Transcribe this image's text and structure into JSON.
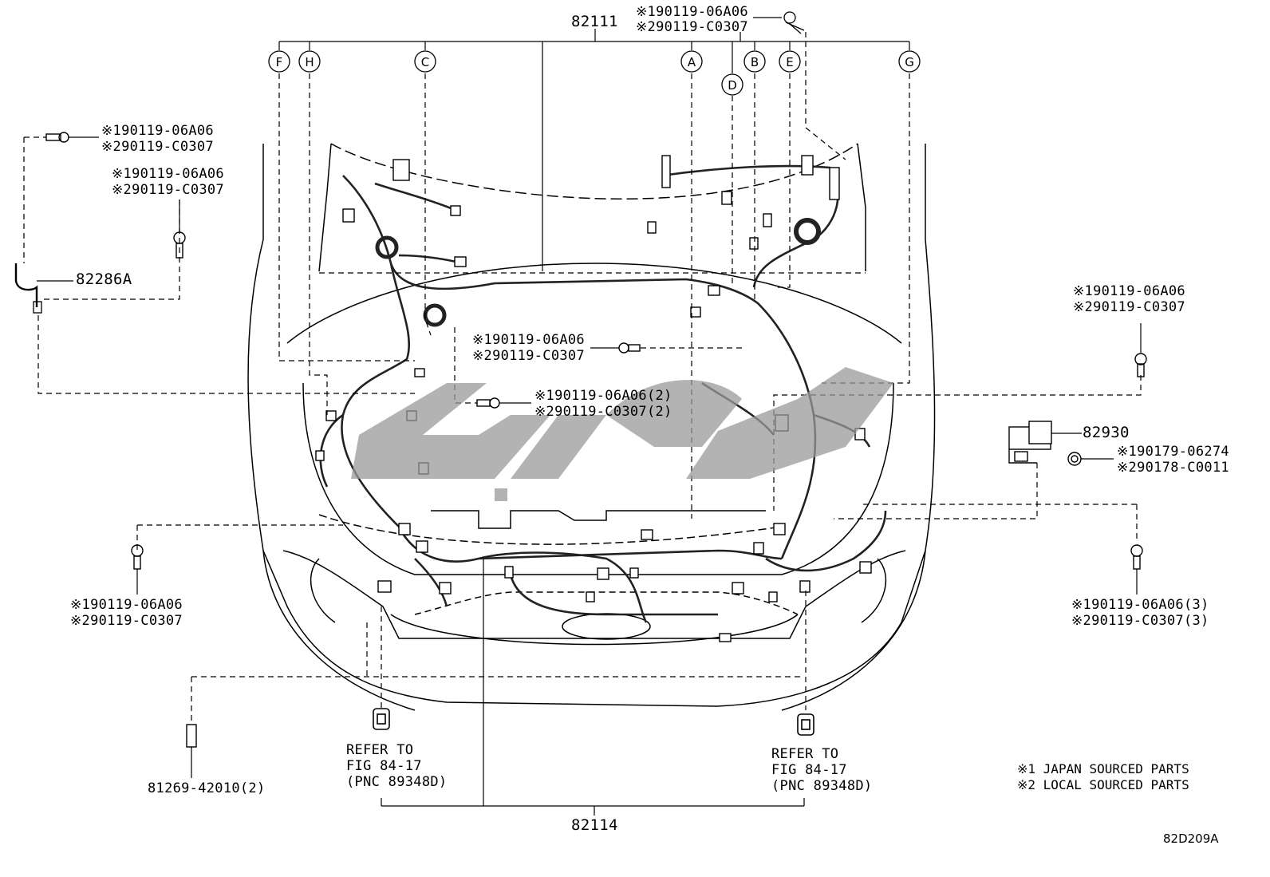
{
  "main_harness": {
    "top_part": "82111",
    "bottom_part": "82114",
    "top_bolt": [
      "※190119-06A06",
      "※290119-C0307"
    ]
  },
  "connector_letters": [
    "F",
    "H",
    "C",
    "A",
    "D",
    "B",
    "E",
    "G"
  ],
  "left_parts": {
    "bolt_1": [
      "※190119-06A06",
      "※290119-C0307"
    ],
    "bolt_2": [
      "※190119-06A06",
      "※290119-C0307"
    ],
    "sub_harness": "82286A",
    "bolt_3": [
      "※190119-06A06",
      "※290119-C0307"
    ],
    "sleeve": "81269-42010(2)"
  },
  "center_parts": {
    "bolt_1": [
      "※190119-06A06",
      "※290119-C0307"
    ],
    "bolt_2": [
      "※190119-06A06(2)",
      "※290119-C0307(2)"
    ]
  },
  "right_parts": {
    "bolt_1": [
      "※190119-06A06",
      "※290119-C0307"
    ],
    "relay_block": "82930",
    "nut": [
      "※190179-06274",
      "※290178-C0011"
    ],
    "bolt_2": [
      "※190119-06A06(3)",
      "※290119-C0307(3)"
    ]
  },
  "refer_left": [
    "REFER TO",
    "FIG 84-17",
    "(PNC 89348D)"
  ],
  "refer_right": [
    "REFER TO",
    "FIG 84-17",
    "(PNC 89348D)"
  ],
  "notes": [
    "※1 JAPAN SOURCED PARTS",
    "※2 LOCAL SOURCED PARTS"
  ],
  "figure_id": "82D209A"
}
